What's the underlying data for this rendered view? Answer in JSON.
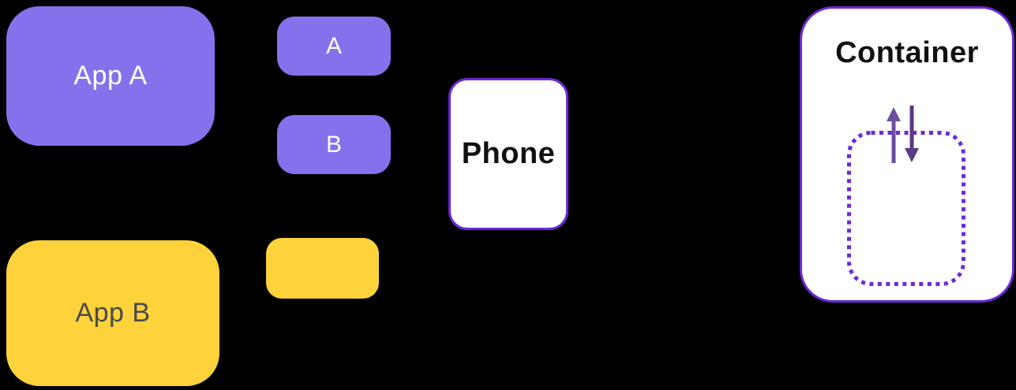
{
  "canvas": {
    "background": "#000000"
  },
  "palette": {
    "purple": "#8571EC",
    "yellow": "#FDD23A",
    "violet_border": "#6D28D9",
    "arrow_up": "#6B4FA1",
    "arrow_down": "#5B3A86",
    "text_light": "#FFFFFF",
    "text_dark": "#111111",
    "text_gray": "#4A4A4A"
  },
  "diagram": {
    "app_a": {
      "label": "App A",
      "color": "#8571EC"
    },
    "app_b": {
      "label": "App B",
      "color": "#FDD23A"
    },
    "mini_a": {
      "label": "A",
      "color": "#8571EC"
    },
    "mini_b": {
      "label": "B",
      "color": "#8571EC"
    },
    "mini_yellow": {
      "label": "",
      "color": "#FDD23A"
    },
    "phone": {
      "label": "Phone"
    },
    "container": {
      "title": "Container",
      "icons": [
        "arrow-up-icon",
        "arrow-down-icon"
      ]
    }
  }
}
